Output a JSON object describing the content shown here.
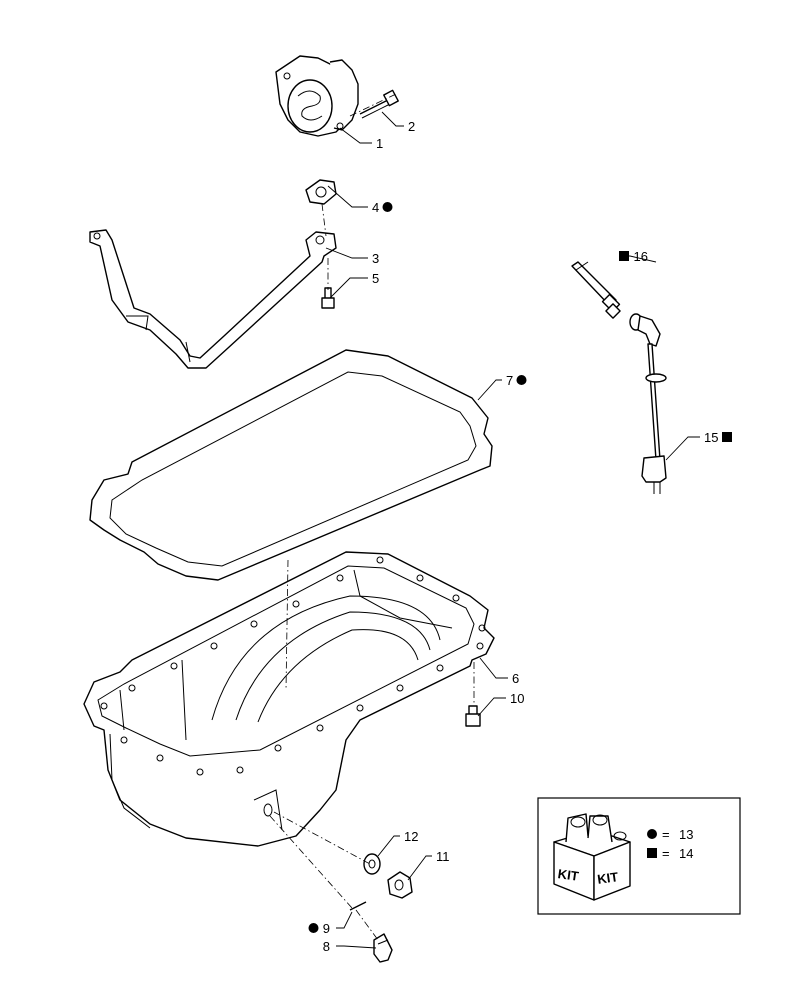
{
  "callouts": [
    {
      "id": "1",
      "text": "1",
      "marker": ""
    },
    {
      "id": "2",
      "text": "2",
      "marker": ""
    },
    {
      "id": "3",
      "text": "3",
      "marker": ""
    },
    {
      "id": "4",
      "text": "4",
      "marker": "circle"
    },
    {
      "id": "5",
      "text": "5",
      "marker": ""
    },
    {
      "id": "6",
      "text": "6",
      "marker": ""
    },
    {
      "id": "7",
      "text": "7",
      "marker": "circle"
    },
    {
      "id": "8",
      "text": "8",
      "marker": ""
    },
    {
      "id": "9",
      "text": "9",
      "marker": "circle"
    },
    {
      "id": "10",
      "text": "10",
      "marker": ""
    },
    {
      "id": "11",
      "text": "11",
      "marker": ""
    },
    {
      "id": "12",
      "text": "12",
      "marker": ""
    },
    {
      "id": "15",
      "text": "15",
      "marker": "square"
    },
    {
      "id": "16",
      "text": "16",
      "marker": "square"
    }
  ],
  "legend": {
    "kit_label_left": "KIT",
    "kit_label_right": "KIT",
    "rows": [
      {
        "symbol": "circle",
        "equals": "=",
        "value": "13"
      },
      {
        "symbol": "square",
        "equals": "=",
        "value": "14"
      }
    ]
  },
  "colors": {
    "line": "#000000",
    "background": "#ffffff",
    "marker": "#000000"
  }
}
